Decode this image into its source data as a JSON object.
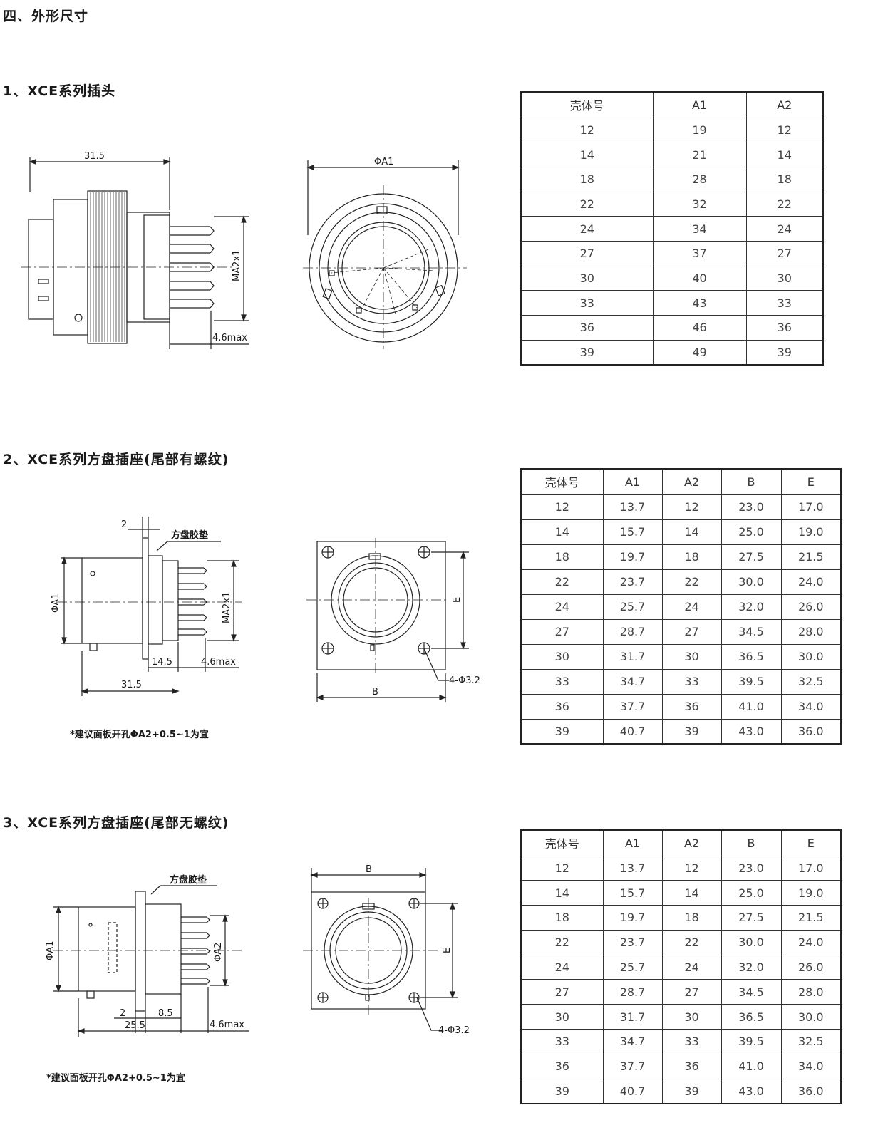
{
  "section_title": "四、外形尺寸",
  "sections": [
    {
      "id": "s1",
      "title": "1、XCE系列插头",
      "table": {
        "headers": [
          "壳体号",
          "A1",
          "A2"
        ],
        "rows": [
          [
            "12",
            "19",
            "12"
          ],
          [
            "14",
            "21",
            "14"
          ],
          [
            "18",
            "28",
            "18"
          ],
          [
            "22",
            "32",
            "22"
          ],
          [
            "24",
            "34",
            "24"
          ],
          [
            "27",
            "37",
            "27"
          ],
          [
            "30",
            "40",
            "30"
          ],
          [
            "33",
            "43",
            "33"
          ],
          [
            "36",
            "46",
            "36"
          ],
          [
            "39",
            "49",
            "39"
          ]
        ]
      },
      "labels": {
        "len": "31.5",
        "thread": "MA2x1",
        "tail": "4.6max",
        "dia": "ΦA1"
      }
    },
    {
      "id": "s2",
      "title": "2、XCE系列方盘插座(尾部有螺纹)",
      "table": {
        "headers": [
          "壳体号",
          "A1",
          "A2",
          "B",
          "E"
        ],
        "rows": [
          [
            "12",
            "13.7",
            "12",
            "23.0",
            "17.0"
          ],
          [
            "14",
            "15.7",
            "14",
            "25.0",
            "19.0"
          ],
          [
            "18",
            "19.7",
            "18",
            "27.5",
            "21.5"
          ],
          [
            "22",
            "23.7",
            "22",
            "30.0",
            "24.0"
          ],
          [
            "24",
            "25.7",
            "24",
            "32.0",
            "26.0"
          ],
          [
            "27",
            "28.7",
            "27",
            "34.5",
            "28.0"
          ],
          [
            "30",
            "31.7",
            "30",
            "36.5",
            "30.0"
          ],
          [
            "33",
            "34.7",
            "33",
            "39.5",
            "32.5"
          ],
          [
            "36",
            "37.7",
            "36",
            "41.0",
            "34.0"
          ],
          [
            "39",
            "40.7",
            "39",
            "43.0",
            "36.0"
          ]
        ]
      },
      "labels": {
        "flange": "2",
        "gasket": "方盘胶垫",
        "dia": "ΦA1",
        "thread": "MA2x1",
        "len1": "14.5",
        "tail": "4.6max",
        "len2": "31.5",
        "e": "E",
        "b": "B",
        "holes": "4-Φ3.2"
      },
      "note": "*建议面板开孔ΦA2+0.5~1为宜"
    },
    {
      "id": "s3",
      "title": "3、XCE系列方盘插座(尾部无螺纹)",
      "table": {
        "headers": [
          "壳体号",
          "A1",
          "A2",
          "B",
          "E"
        ],
        "rows": [
          [
            "12",
            "13.7",
            "12",
            "23.0",
            "17.0"
          ],
          [
            "14",
            "15.7",
            "14",
            "25.0",
            "19.0"
          ],
          [
            "18",
            "19.7",
            "18",
            "27.5",
            "21.5"
          ],
          [
            "22",
            "23.7",
            "22",
            "30.0",
            "24.0"
          ],
          [
            "24",
            "25.7",
            "24",
            "32.0",
            "26.0"
          ],
          [
            "27",
            "28.7",
            "27",
            "34.5",
            "28.0"
          ],
          [
            "30",
            "31.7",
            "30",
            "36.5",
            "30.0"
          ],
          [
            "33",
            "34.7",
            "33",
            "39.5",
            "32.5"
          ],
          [
            "36",
            "37.7",
            "36",
            "41.0",
            "34.0"
          ],
          [
            "39",
            "40.7",
            "39",
            "43.0",
            "36.0"
          ]
        ]
      },
      "labels": {
        "gasket": "方盘胶垫",
        "dia": "ΦA1",
        "thread": "ΦA2",
        "flange": "2",
        "len3": "8.5",
        "len1": "25.5",
        "tail": "4.6max",
        "b": "B",
        "e": "E",
        "holes": "4-Φ3.2"
      },
      "note": "*建议面板开孔ΦA2+0.5~1为宜"
    }
  ]
}
